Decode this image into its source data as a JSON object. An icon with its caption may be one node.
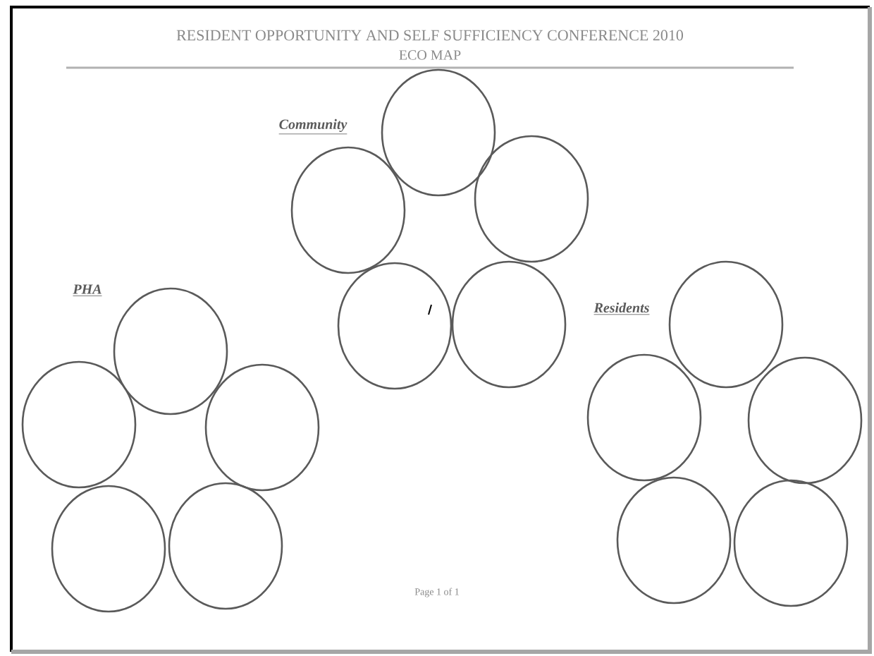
{
  "diagram": {
    "title": "RESIDENT OPPORTUNITY AND SELF SUFFICIENCY CONFERENCE 2010",
    "nodes": [
      {
        "text": [],
        "shape": "circle"
      },
      {
        "text": [],
        "shape": "circle"
      },
      {
        "text": [],
        "shape": "circle"
      },
      {
        "text": [],
        "shape": "circle"
      },
      {
        "text": [],
        "shape": "circle"
      },
      {
        "text": [],
        "shape": "circle"
      },
      {
        "text": [],
        "shape": "circle"
      },
      {
        "text": [],
        "shape": "circle"
      },
      {
        "text": [],
        "shape": "circle"
      },
      {
        "text": [],
        "shape": "circle"
      },
      {
        "text": [],
        "shape": "circle"
      },
      {
        "text": [],
        "shape": "circle"
      },
      {
        "text": [],
        "shape": "circle"
      },
      {
        "text": [],
        "shape": "circle"
      },
      {
        "text": [],
        "shape": "circle"
      }
    ],
    "labels": [
      "ECO MAP",
      "Community",
      "PHA",
      "Residents",
      "Page 1 of 1"
    ]
  }
}
